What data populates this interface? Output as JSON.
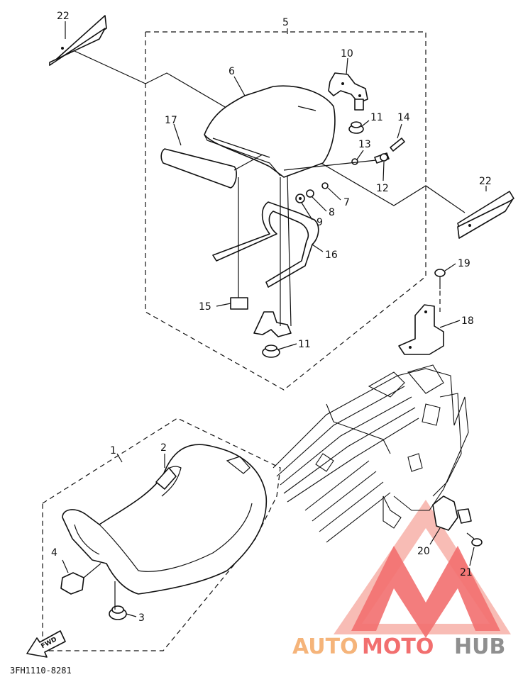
{
  "diagram": {
    "part_code": "3FH1110-8281",
    "fwd_label": "FWD",
    "callouts": {
      "c1": "1",
      "c2": "2",
      "c3": "3",
      "c4": "4",
      "c5": "5",
      "c6": "6",
      "c7": "7",
      "c8": "8",
      "c9": "9",
      "c10": "10",
      "c11a": "11",
      "c11b": "11",
      "c12": "12",
      "c13": "13",
      "c14": "14",
      "c15": "15",
      "c16": "16",
      "c17": "17",
      "c18": "18",
      "c19": "19",
      "c20": "20",
      "c21": "21",
      "c22a": "22",
      "c22b": "22"
    }
  },
  "watermark": {
    "auto": "AUTO",
    "moto": "MOTO",
    "hub": "HUB",
    "colors": {
      "accent": "#f26f6f",
      "accent_light": "#f7b0a8",
      "auto": "#f5b47a",
      "hub": "#8f8f8f"
    }
  }
}
